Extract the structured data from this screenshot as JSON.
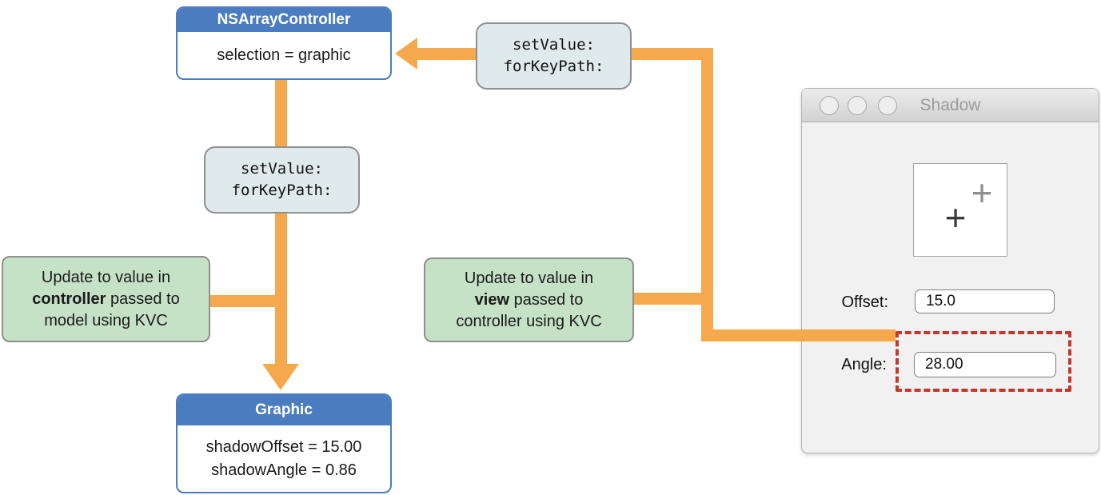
{
  "diagram": {
    "controller_box": {
      "title": "NSArrayController",
      "body": "selection = graphic"
    },
    "graphic_box": {
      "title": "Graphic",
      "line1": "shadowOffset = 15.00",
      "line2": "shadowAngle = 0.86"
    },
    "kvc_top": {
      "line1": "setValue:",
      "line2": "forKeyPath:"
    },
    "kvc_mid": {
      "line1": "setValue:",
      "line2": "forKeyPath:"
    },
    "note_controller": {
      "line1": "Update to value in",
      "line2_bold": "controller",
      "line2_rest": " passed to",
      "line3": "model using KVC"
    },
    "note_view": {
      "line1": "Update to value in",
      "line2_bold": "view",
      "line2_rest": " passed to",
      "line3": "controller using KVC"
    }
  },
  "window": {
    "title": "Shadow",
    "offset_label": "Offset:",
    "offset_value": "15.0",
    "angle_label": "Angle:",
    "angle_value": "28.00",
    "plus_glyph": "+"
  },
  "icons": {
    "plus_marker": "+",
    "traffic_lights": [
      "close",
      "minimize",
      "zoom"
    ]
  },
  "colors": {
    "arrow": "#f6a94c",
    "header_blue": "#4a7cbf",
    "green": "#c5e1c6",
    "kvc_bg": "#dfeaec",
    "highlight_red": "#c0392e"
  }
}
